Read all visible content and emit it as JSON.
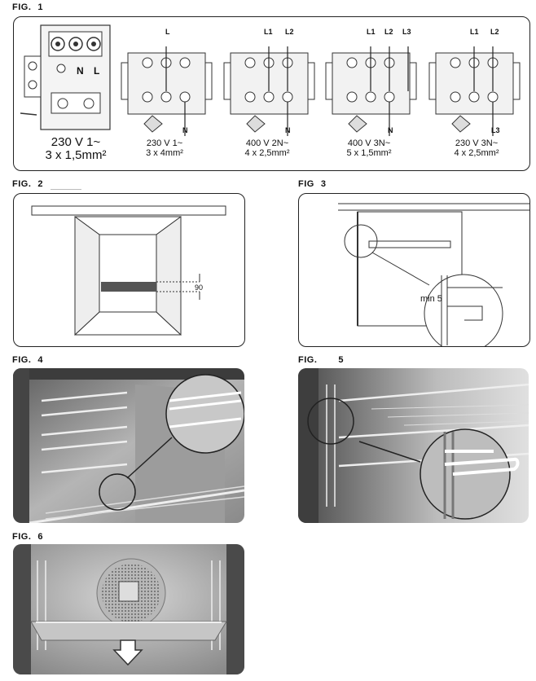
{
  "figures": {
    "fig1": {
      "label": "FIG.",
      "number": "1",
      "diagrams": [
        {
          "voltage": "230  V  1~",
          "wiring": "3 x 1,5mm²",
          "terminals": [
            "N",
            "L"
          ]
        },
        {
          "voltage": "230  V  1~",
          "wiring": "3 x 4mm²",
          "terminals": [
            "L",
            "N"
          ]
        },
        {
          "voltage": "400  V  2N~",
          "wiring": "4 x 2,5mm²",
          "terminals": [
            "L1",
            "L2",
            "N"
          ]
        },
        {
          "voltage": "400  V  3N~",
          "wiring": "5 x 1,5mm²",
          "terminals": [
            "L1",
            "L2",
            "L3",
            "N"
          ]
        },
        {
          "voltage": "230  V  3N~",
          "wiring": "4 x 2,5mm²",
          "terminals": [
            "L1",
            "L2",
            "L3"
          ]
        }
      ]
    },
    "fig2": {
      "label": "FIG.",
      "number": "2",
      "dimension": "90"
    },
    "fig3": {
      "label": "FIG",
      "number": "3",
      "dimension": "min 5"
    },
    "fig4": {
      "label": "FIG.",
      "number": "4"
    },
    "fig5": {
      "label": "FIG.",
      "number": "5"
    },
    "fig6": {
      "label": "FIG.",
      "number": "6"
    }
  },
  "colors": {
    "panel_border": "#222222",
    "photo_dark": "#3c3c3c",
    "photo_light": "#d8d8d8"
  }
}
